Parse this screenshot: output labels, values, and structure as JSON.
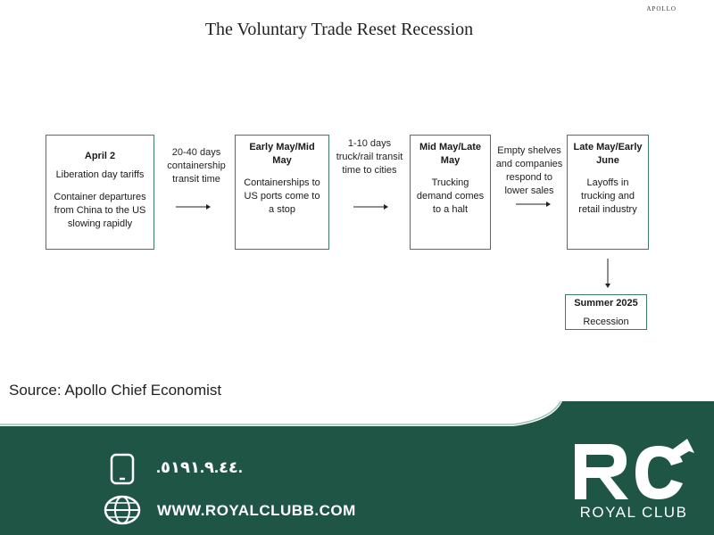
{
  "brand_tag": "APOLLO",
  "title": "The Voluntary Trade Reset Recession",
  "boxes": [
    {
      "head": "April 2",
      "lines": [
        "Liberation day tariffs",
        "Container departures from China to the US slowing rapidly"
      ]
    },
    {
      "head": "Early May/Mid May",
      "lines": [
        "Containerships to US ports come to a stop"
      ]
    },
    {
      "head": "Mid May/Late May",
      "lines": [
        "Trucking demand comes to a halt"
      ]
    },
    {
      "head": "Late May/Early June",
      "lines": [
        "Layoffs in trucking and retail industry"
      ]
    },
    {
      "head": "Summer 2025",
      "lines": [
        "Recession"
      ]
    }
  ],
  "transitions": [
    "20-40 days containership transit time",
    "1-10 days truck/rail transit time to cities",
    "Empty shelves and companies respond to lower sales"
  ],
  "source": "Source: Apollo Chief Economist",
  "footer": {
    "phone": ".٥١٩١.٩.٤٤.",
    "website": "WWW.ROYALCLUBB.COM",
    "logo_text": "ROYAL CLUB",
    "colors": {
      "background": "#1e5545",
      "accent": "#ffffff"
    }
  }
}
